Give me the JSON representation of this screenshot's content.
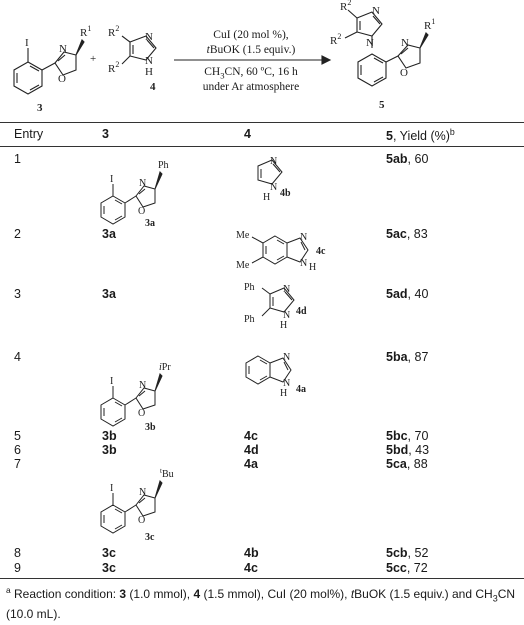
{
  "scheme": {
    "reactant_oxazoline_label": "3",
    "reactant_imidazole_label": "4",
    "product_label": "5",
    "plus_sign": "+",
    "r1": "R",
    "r1_sup": "1",
    "r2": "R",
    "r2_sup": "2",
    "atom_I": "I",
    "atom_N": "N",
    "atom_O": "O",
    "atom_H": "H",
    "conditions": {
      "line1": "CuI (20 mol %),",
      "line2_italic": "t",
      "line2": "BuOK (1.5 equiv.)",
      "line3_pre": "CH",
      "line3_sub": "3",
      "line3_post": "CN, 60 ºC, 16 h",
      "line4": "under Ar atmosphere"
    }
  },
  "table": {
    "headers": {
      "entry": "Entry",
      "col3": "3",
      "col4": "4",
      "col5_bold": "5",
      "col5_text": ", Yield (%)",
      "col5_sup": "b"
    },
    "rows": [
      {
        "entry": "1",
        "c3": "",
        "c4": "",
        "c5_bold": "5ab",
        "c5": ", 60"
      },
      {
        "entry": "2",
        "c3": "3a",
        "c4": "",
        "c5_bold": "5ac",
        "c5": ", 83"
      },
      {
        "entry": "3",
        "c3": "3a",
        "c4": "",
        "c5_bold": "5ad",
        "c5": ", 40"
      },
      {
        "entry": "4",
        "c3": "",
        "c4": "",
        "c5_bold": "5ba",
        "c5": ", 87"
      },
      {
        "entry": "5",
        "c3": "3b",
        "c4": "4c",
        "c5_bold": "5bc",
        "c5": ", 70"
      },
      {
        "entry": "6",
        "c3": "3b",
        "c4": "4d",
        "c5_bold": "5bd",
        "c5": ", 43"
      },
      {
        "entry": "7",
        "c3": "",
        "c4": "4a",
        "c5_bold": "5ca",
        "c5": ", 88"
      },
      {
        "entry": "8",
        "c3": "3c",
        "c4": "4b",
        "c5_bold": "5cb",
        "c5": ", 52"
      },
      {
        "entry": "9",
        "c3": "3c",
        "c4": "4c",
        "c5_bold": "5cc",
        "c5": ", 72"
      }
    ],
    "structures": {
      "s3a_label": "3a",
      "s3a_sub": "Ph",
      "s3b_label": "3b",
      "s3b_sub_italic": "i",
      "s3b_sub": "Pr",
      "s3c_label": "3c",
      "s3c_sub_sup": "t",
      "s3c_sub": "Bu",
      "s4b_label": "4b",
      "s4c_label": "4c",
      "s4d_label": "4d",
      "s4a_label": "4a",
      "me": "Me",
      "ph": "Ph"
    }
  },
  "footnote": {
    "marker": "a",
    "text1": " Reaction condition: ",
    "b3": "3",
    "text2": " (1.0 mmol), ",
    "b4": "4",
    "text3": " (1.5 mmol), CuI (20 mol%), ",
    "t_italic": "t",
    "text4": "BuOK (1.5 equiv.) and CH",
    "sub3": "3",
    "text5": "CN (10.0 mL)."
  }
}
